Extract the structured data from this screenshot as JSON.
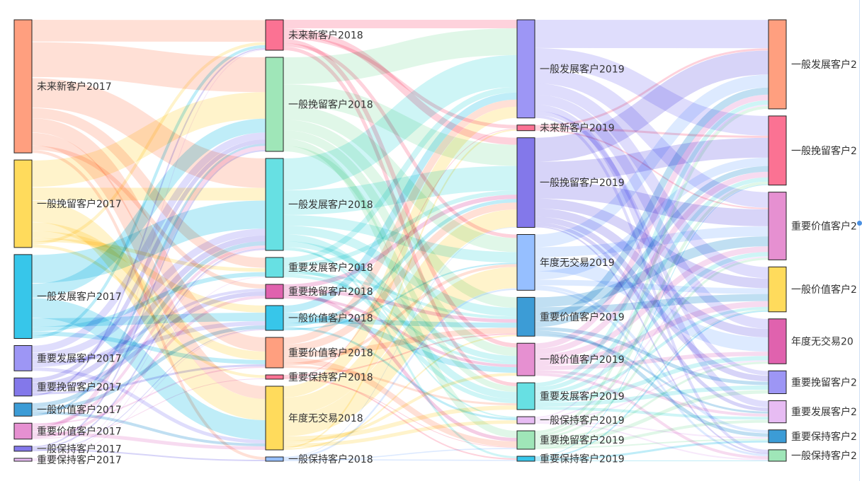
{
  "colors": {
    "peach": "#ff9f7f",
    "yellow": "#ffdb5c",
    "cyan": "#37c6ea",
    "lavender": "#9d96f5",
    "purple": "#8378ea",
    "blue": "#3c9cd6",
    "orchid": "#e690d1",
    "lilac": "#e7bcf3",
    "pink": "#fb7293",
    "mint": "#9fe6b8",
    "aqua": "#67e0e3",
    "magenta": "#e062ae",
    "sky": "#96bfff"
  },
  "chart_data": {
    "type": "sankey",
    "columns": [
      [
        {
          "id": "a0",
          "name": "未来新客户2017",
          "value": 184,
          "color": "peach"
        },
        {
          "id": "a1",
          "name": "一般挽留客户2017",
          "value": 121,
          "color": "yellow"
        },
        {
          "id": "a2",
          "name": "一般发展客户2017",
          "value": 116,
          "color": "cyan"
        },
        {
          "id": "a3",
          "name": "重要发展客户2017",
          "value": 35,
          "color": "lavender"
        },
        {
          "id": "a4",
          "name": "重要挽留客户2017",
          "value": 25,
          "color": "purple"
        },
        {
          "id": "a5",
          "name": "一般价值客户2017",
          "value": 18,
          "color": "blue"
        },
        {
          "id": "a6",
          "name": "重要价值客户2017",
          "value": 22,
          "color": "orchid"
        },
        {
          "id": "a7",
          "name": "一般保持客户2017",
          "value": 7,
          "color": "purple"
        },
        {
          "id": "a8",
          "name": "重要保持客户2017",
          "value": 4,
          "color": "lilac"
        }
      ],
      [
        {
          "id": "b0",
          "name": "未来新客户2018",
          "value": 43,
          "color": "pink"
        },
        {
          "id": "b1",
          "name": "一般挽留客户2018",
          "value": 133,
          "color": "mint"
        },
        {
          "id": "b2",
          "name": "一般发展客户2018",
          "value": 130,
          "color": "aqua"
        },
        {
          "id": "b3",
          "name": "重要发展客户2018",
          "value": 28,
          "color": "aqua"
        },
        {
          "id": "b4",
          "name": "重要挽留客户2018",
          "value": 20,
          "color": "magenta"
        },
        {
          "id": "b5",
          "name": "一般价值客户2018",
          "value": 35,
          "color": "cyan"
        },
        {
          "id": "b6",
          "name": "重要价值客户2018",
          "value": 43,
          "color": "peach"
        },
        {
          "id": "b7",
          "name": "重要保持客户2018",
          "value": 6,
          "color": "pink"
        },
        {
          "id": "b8",
          "name": "年度无交易2018",
          "value": 90,
          "color": "yellow"
        },
        {
          "id": "b9",
          "name": "一般保持客户2018",
          "value": 6,
          "color": "sky"
        }
      ],
      [
        {
          "id": "c0",
          "name": "一般发展客户2019",
          "value": 139,
          "color": "lavender"
        },
        {
          "id": "c1",
          "name": "未来新客户2019",
          "value": 8,
          "color": "pink"
        },
        {
          "id": "c2",
          "name": "一般挽留客户2019",
          "value": 127,
          "color": "purple"
        },
        {
          "id": "c3",
          "name": "年度无交易2019",
          "value": 79,
          "color": "sky"
        },
        {
          "id": "c4",
          "name": "重要价值客户2019",
          "value": 55,
          "color": "blue"
        },
        {
          "id": "c5",
          "name": "一般价值客户2019",
          "value": 46,
          "color": "orchid"
        },
        {
          "id": "c6",
          "name": "重要发展客户2019",
          "value": 38,
          "color": "aqua"
        },
        {
          "id": "c7",
          "name": "一般保持客户2019",
          "value": 10,
          "color": "lilac"
        },
        {
          "id": "c8",
          "name": "重要挽留客户2019",
          "value": 26,
          "color": "mint"
        },
        {
          "id": "c9",
          "name": "重要保持客户2019",
          "value": 7,
          "color": "cyan"
        }
      ],
      [
        {
          "id": "d0",
          "name": "一般发展客户2",
          "value": 125,
          "color": "peach"
        },
        {
          "id": "d1",
          "name": "一般挽留客户2",
          "value": 97,
          "color": "pink"
        },
        {
          "id": "d2",
          "name": "重要价值客户2",
          "value": 95,
          "color": "orchid"
        },
        {
          "id": "d3",
          "name": "一般价值客户2",
          "value": 63,
          "color": "yellow"
        },
        {
          "id": "d4",
          "name": "年度无交易20",
          "value": 63,
          "color": "magenta"
        },
        {
          "id": "d5",
          "name": "重要挽留客户2",
          "value": 32,
          "color": "lavender"
        },
        {
          "id": "d6",
          "name": "重要发展客户2",
          "value": 31,
          "color": "lilac"
        },
        {
          "id": "d7",
          "name": "重要保持客户2",
          "value": 18,
          "color": "blue"
        },
        {
          "id": "d8",
          "name": "一般保持客户2",
          "value": 16,
          "color": "mint"
        }
      ]
    ],
    "links": [
      [
        "a0",
        "b0",
        30
      ],
      [
        "a0",
        "b1",
        50
      ],
      [
        "a0",
        "b2",
        42
      ],
      [
        "a0",
        "b3",
        14
      ],
      [
        "a0",
        "b6",
        20
      ],
      [
        "a0",
        "b8",
        18
      ],
      [
        "a0",
        "b4",
        6
      ],
      [
        "a0",
        "b9",
        4
      ],
      [
        "a1",
        "b1",
        38
      ],
      [
        "a1",
        "b2",
        18
      ],
      [
        "a1",
        "b8",
        30
      ],
      [
        "a1",
        "b6",
        12
      ],
      [
        "a1",
        "b5",
        10
      ],
      [
        "a1",
        "b3",
        5
      ],
      [
        "a1",
        "b0",
        4
      ],
      [
        "a1",
        "b7",
        4
      ],
      [
        "a2",
        "b2",
        40
      ],
      [
        "a2",
        "b1",
        20
      ],
      [
        "a2",
        "b8",
        28
      ],
      [
        "a2",
        "b5",
        12
      ],
      [
        "a2",
        "b3",
        6
      ],
      [
        "a2",
        "b6",
        6
      ],
      [
        "a2",
        "b0",
        4
      ],
      [
        "a3",
        "b1",
        10
      ],
      [
        "a3",
        "b2",
        10
      ],
      [
        "a3",
        "b5",
        6
      ],
      [
        "a3",
        "b4",
        4
      ],
      [
        "a3",
        "b8",
        5
      ],
      [
        "a4",
        "b1",
        6
      ],
      [
        "a4",
        "b2",
        8
      ],
      [
        "a4",
        "b4",
        6
      ],
      [
        "a4",
        "b6",
        3
      ],
      [
        "a4",
        "b0",
        2
      ],
      [
        "a5",
        "b2",
        6
      ],
      [
        "a5",
        "b5",
        5
      ],
      [
        "a5",
        "b8",
        4
      ],
      [
        "a5",
        "b1",
        3
      ],
      [
        "a6",
        "b6",
        2
      ],
      [
        "a6",
        "b2",
        4
      ],
      [
        "a6",
        "b1",
        6
      ],
      [
        "a6",
        "b8",
        5
      ],
      [
        "a6",
        "b4",
        4
      ],
      [
        "a6",
        "b7",
        1
      ],
      [
        "a7",
        "b1",
        2
      ],
      [
        "a7",
        "b2",
        2
      ],
      [
        "a7",
        "b9",
        2
      ],
      [
        "a7",
        "b5",
        1
      ],
      [
        "a8",
        "b0",
        1
      ],
      [
        "a8",
        "b2",
        1
      ],
      [
        "a8",
        "b3",
        1
      ],
      [
        "a8",
        "b5",
        1
      ],
      [
        "b0",
        "c0",
        12
      ],
      [
        "b0",
        "c2",
        10
      ],
      [
        "b0",
        "c1",
        5
      ],
      [
        "b0",
        "c5",
        6
      ],
      [
        "b0",
        "c3",
        5
      ],
      [
        "b0",
        "c6",
        5
      ],
      [
        "b1",
        "c0",
        38
      ],
      [
        "b1",
        "c2",
        30
      ],
      [
        "b1",
        "c3",
        20
      ],
      [
        "b1",
        "c4",
        15
      ],
      [
        "b1",
        "c5",
        12
      ],
      [
        "b1",
        "c8",
        10
      ],
      [
        "b1",
        "c6",
        8
      ],
      [
        "b2",
        "c0",
        45
      ],
      [
        "b2",
        "c2",
        35
      ],
      [
        "b2",
        "c3",
        15
      ],
      [
        "b2",
        "c4",
        12
      ],
      [
        "b2",
        "c6",
        10
      ],
      [
        "b2",
        "c5",
        8
      ],
      [
        "b2",
        "c9",
        3
      ],
      [
        "b2",
        "c7",
        2
      ],
      [
        "b3",
        "c0",
        8
      ],
      [
        "b3",
        "c2",
        6
      ],
      [
        "b3",
        "c6",
        6
      ],
      [
        "b3",
        "c4",
        4
      ],
      [
        "b3",
        "c5",
        4
      ],
      [
        "b4",
        "c2",
        6
      ],
      [
        "b4",
        "c4",
        5
      ],
      [
        "b4",
        "c8",
        5
      ],
      [
        "b4",
        "c5",
        4
      ],
      [
        "b5",
        "c0",
        10
      ],
      [
        "b5",
        "c5",
        8
      ],
      [
        "b5",
        "c4",
        7
      ],
      [
        "b5",
        "c2",
        5
      ],
      [
        "b5",
        "c7",
        3
      ],
      [
        "b5",
        "c3",
        2
      ],
      [
        "b6",
        "c0",
        10
      ],
      [
        "b6",
        "c2",
        10
      ],
      [
        "b6",
        "c4",
        8
      ],
      [
        "b6",
        "c8",
        8
      ],
      [
        "b6",
        "c3",
        4
      ],
      [
        "b6",
        "c6",
        3
      ],
      [
        "b7",
        "c4",
        2
      ],
      [
        "b7",
        "c9",
        2
      ],
      [
        "b7",
        "c1",
        1
      ],
      [
        "b7",
        "c8",
        1
      ],
      [
        "b8",
        "c0",
        16
      ],
      [
        "b8",
        "c2",
        25
      ],
      [
        "b8",
        "c3",
        30
      ],
      [
        "b8",
        "c6",
        6
      ],
      [
        "b8",
        "c5",
        4
      ],
      [
        "b8",
        "c7",
        5
      ],
      [
        "b8",
        "c1",
        2
      ],
      [
        "b8",
        "c4",
        2
      ],
      [
        "b9",
        "c2",
        0.5
      ],
      [
        "b9",
        "c3",
        3
      ],
      [
        "b9",
        "c9",
        2
      ],
      [
        "b9",
        "c8",
        2
      ],
      [
        "c0",
        "d0",
        40
      ],
      [
        "c0",
        "d1",
        28
      ],
      [
        "c0",
        "d2",
        22
      ],
      [
        "c0",
        "d3",
        16
      ],
      [
        "c0",
        "d4",
        14
      ],
      [
        "c0",
        "d6",
        9
      ],
      [
        "c0",
        "d5",
        6
      ],
      [
        "c0",
        "d8",
        4
      ],
      [
        "c1",
        "d0",
        3
      ],
      [
        "c1",
        "d1",
        3
      ],
      [
        "c1",
        "d2",
        2
      ],
      [
        "c2",
        "d0",
        34
      ],
      [
        "c2",
        "d1",
        28
      ],
      [
        "c2",
        "d2",
        24
      ],
      [
        "c2",
        "d3",
        14
      ],
      [
        "c2",
        "d4",
        12
      ],
      [
        "c2",
        "d5",
        8
      ],
      [
        "c2",
        "d6",
        5
      ],
      [
        "c2",
        "d8",
        2
      ],
      [
        "c3",
        "d0",
        18
      ],
      [
        "c3",
        "d2",
        14
      ],
      [
        "c3",
        "d4",
        20
      ],
      [
        "c3",
        "d1",
        12
      ],
      [
        "c3",
        "d3",
        8
      ],
      [
        "c3",
        "d7",
        4
      ],
      [
        "c3",
        "d8",
        3
      ],
      [
        "c4",
        "d2",
        14
      ],
      [
        "c4",
        "d3",
        10
      ],
      [
        "c4",
        "d0",
        10
      ],
      [
        "c4",
        "d1",
        8
      ],
      [
        "c4",
        "d5",
        5
      ],
      [
        "c4",
        "d7",
        5
      ],
      [
        "c4",
        "d6",
        3
      ],
      [
        "c5",
        "d0",
        8
      ],
      [
        "c5",
        "d1",
        8
      ],
      [
        "c5",
        "d2",
        8
      ],
      [
        "c5",
        "d3",
        8
      ],
      [
        "c5",
        "d4",
        6
      ],
      [
        "c5",
        "d6",
        4
      ],
      [
        "c5",
        "d8",
        4
      ],
      [
        "c6",
        "d0",
        6
      ],
      [
        "c6",
        "d1",
        6
      ],
      [
        "c6",
        "d2",
        6
      ],
      [
        "c6",
        "d3",
        4
      ],
      [
        "c6",
        "d4",
        6
      ],
      [
        "c6",
        "d5",
        6
      ],
      [
        "c6",
        "d6",
        4
      ],
      [
        "c7",
        "d0",
        2
      ],
      [
        "c7",
        "d2",
        2
      ],
      [
        "c7",
        "d4",
        2
      ],
      [
        "c7",
        "d7",
        2
      ],
      [
        "c7",
        "d8",
        2
      ],
      [
        "c8",
        "d0",
        4
      ],
      [
        "c8",
        "d1",
        4
      ],
      [
        "c8",
        "d2",
        3
      ],
      [
        "c8",
        "d4",
        3
      ],
      [
        "c8",
        "d5",
        5
      ],
      [
        "c8",
        "d6",
        4
      ],
      [
        "c8",
        "d7",
        2
      ],
      [
        "c8",
        "d3",
        1
      ],
      [
        "c9",
        "d1",
        1
      ],
      [
        "c9",
        "d3",
        2
      ],
      [
        "c9",
        "d7",
        3
      ],
      [
        "c9",
        "d8",
        1
      ]
    ]
  }
}
